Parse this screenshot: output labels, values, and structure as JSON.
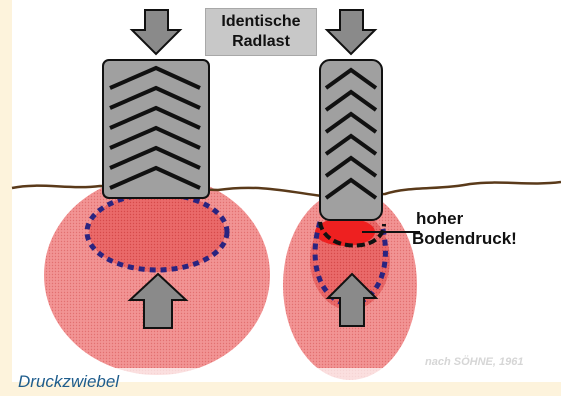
{
  "load_label": {
    "line1": "Identische",
    "line2": "Radlast"
  },
  "pressure_label": {
    "line1": "hoher",
    "line2": "Bodendruck!"
  },
  "source": "nach SÖHNE, 1961",
  "caption": "Druckzwiebel",
  "colors": {
    "bulb": "#f08a8a",
    "bulb_core": "#e05050",
    "high_pressure": "#ee2020",
    "tire": "#a0a0a0",
    "arrow": "#8a8a8a",
    "dashed_outline": "#2a2480",
    "ground": "#5a3a1a",
    "caption": "#1f5d8c"
  }
}
